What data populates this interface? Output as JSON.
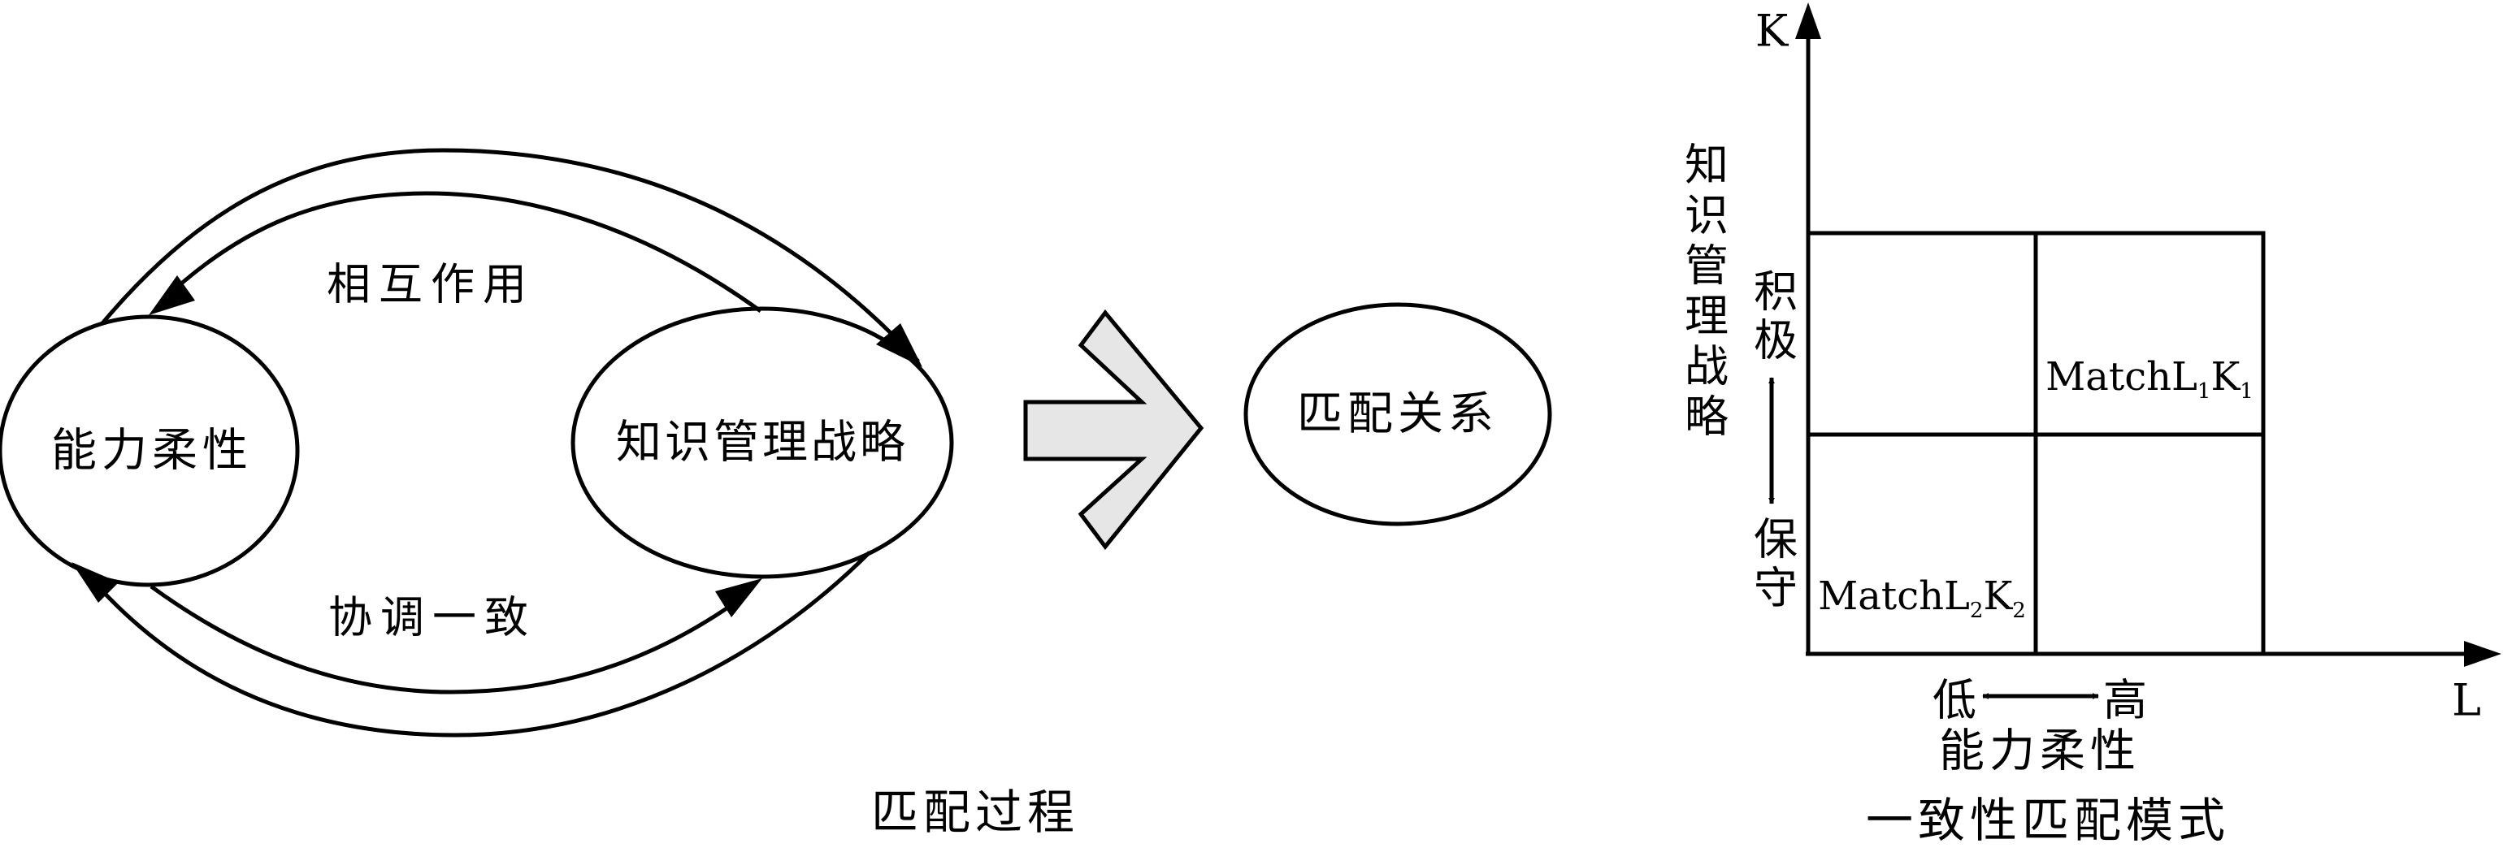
{
  "process": {
    "left_node": "能力柔性",
    "right_node": "知识管理战略",
    "top_label": "相互作用",
    "bottom_label": "协调一致",
    "result_node": "匹配关系",
    "caption": "匹配过程"
  },
  "matrix": {
    "y_axis": "K",
    "x_axis": "L",
    "y_title": "知识管理战略",
    "y_high": "积极",
    "y_low": "保守",
    "x_low": "低",
    "x_high": "高",
    "x_title": "能力柔性",
    "cell_top_right": {
      "base": "Match",
      "l": "L",
      "l_sub": "1",
      "k": "K",
      "k_sub": "1"
    },
    "cell_bottom_left": {
      "base": "Match",
      "l": "L",
      "l_sub": "2",
      "k": "K",
      "k_sub": "2"
    },
    "caption": "一致性匹配模式"
  },
  "colors": {
    "line": "#000000",
    "arrow_fill": "#e6e6e6",
    "background": "#ffffff"
  }
}
